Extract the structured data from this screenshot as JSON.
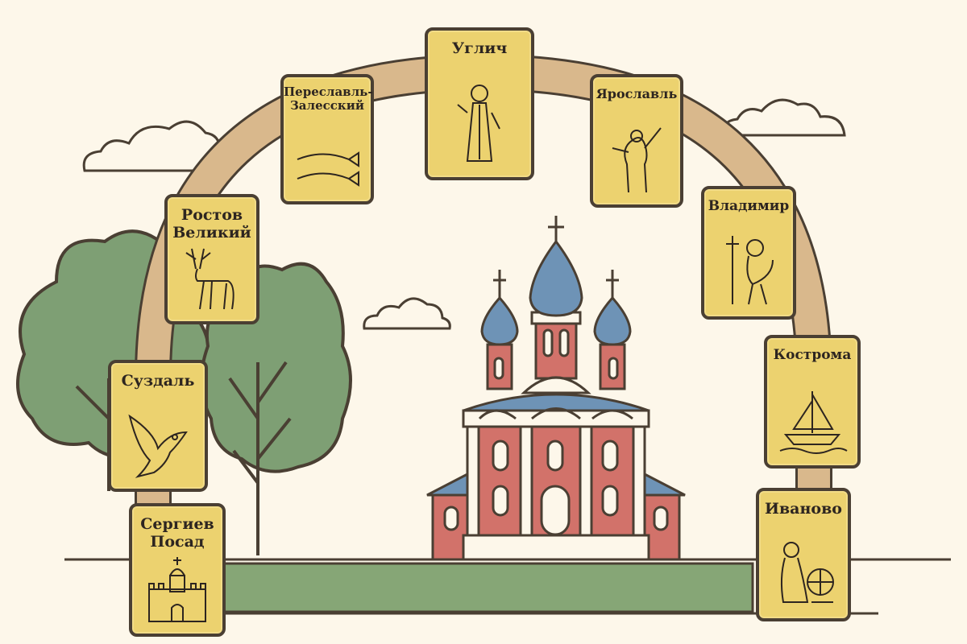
{
  "cities": [
    {
      "id": "uglich",
      "name": "Углич",
      "emblem": "tsarevich-icon"
    },
    {
      "id": "pereslavl",
      "name": "Переславль-\nЗалесский",
      "emblem": "fish-icon"
    },
    {
      "id": "yaroslavl",
      "name": "Ярославль",
      "emblem": "bear-icon"
    },
    {
      "id": "rostov",
      "name": "Ростов\nВеликий",
      "emblem": "deer-icon"
    },
    {
      "id": "vladimir",
      "name": "Владимир",
      "emblem": "lion-icon"
    },
    {
      "id": "suzdal",
      "name": "Суздаль",
      "emblem": "falcon-icon"
    },
    {
      "id": "kostroma",
      "name": "Кострома",
      "emblem": "ship-icon"
    },
    {
      "id": "sergiev",
      "name": "Сергиев\nПосад",
      "emblem": "kremlin-icon"
    },
    {
      "id": "ivanovo",
      "name": "Иваново",
      "emblem": "spinner-icon"
    }
  ],
  "colors": {
    "background": "#fdf7ea",
    "card": "#ecd26f",
    "outline": "#4a3f33",
    "arch": "#d9b88c",
    "tree": "#7e9f74",
    "ground": "#86a676",
    "church_wall": "#d2726a",
    "dome": "#6e93b6"
  }
}
